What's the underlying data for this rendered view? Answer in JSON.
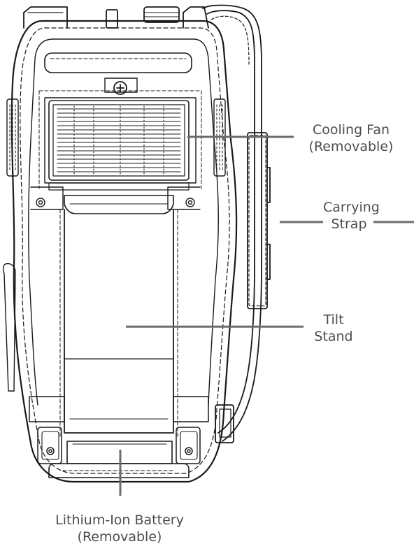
{
  "callouts": {
    "cooling_fan": {
      "line1": "Cooling Fan",
      "line2": "(Removable)"
    },
    "carrying_strap": {
      "line1": "Carrying",
      "line2": "Strap"
    },
    "tilt_stand": {
      "line1": "Tilt",
      "line2": "Stand"
    },
    "battery": {
      "line1": "Lithium-Ion Battery",
      "line2": "(Removable)"
    }
  },
  "colors": {
    "line_art": "#1a1a1a",
    "leader": "#6b6b6b",
    "label_text": "#4d4d4d"
  }
}
